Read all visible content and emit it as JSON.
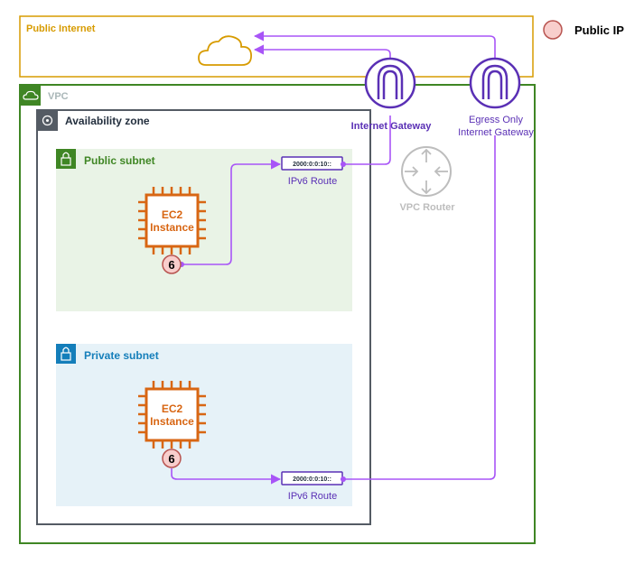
{
  "legend": {
    "label": "Public IP"
  },
  "internet": {
    "label": "Public Internet"
  },
  "vpc": {
    "label": "VPC"
  },
  "az": {
    "label": "Availability zone"
  },
  "public_subnet": {
    "label": "Public subnet",
    "instance_line1": "EC2",
    "instance_line2": "Instance",
    "ip_badge": "6",
    "route_cidr": "2000:0:0:10::",
    "route_label": "IPv6 Route"
  },
  "private_subnet": {
    "label": "Private subnet",
    "instance_line1": "EC2",
    "instance_line2": "Instance",
    "ip_badge": "6",
    "route_cidr": "2000:0:0:10::",
    "route_label": "IPv6 Route"
  },
  "igw": {
    "label": "Internet Gateway"
  },
  "eigw": {
    "line1": "Egress Only",
    "line2": "Internet Gateway"
  },
  "router": {
    "label": "VPC Router"
  },
  "colors": {
    "internet": "#D79B00",
    "vpc": "#3F8624",
    "az": "#545B64",
    "public_fill": "#E9F3E6",
    "private_fill": "#E6F2F8",
    "private_accent": "#147EBA",
    "ec2": "#D86613",
    "flow": "#A855F7",
    "gateway": "#5A30B5",
    "router": "#BDBDBD",
    "public_ip_fill": "#F8CECC",
    "public_ip_stroke": "#B85450"
  }
}
